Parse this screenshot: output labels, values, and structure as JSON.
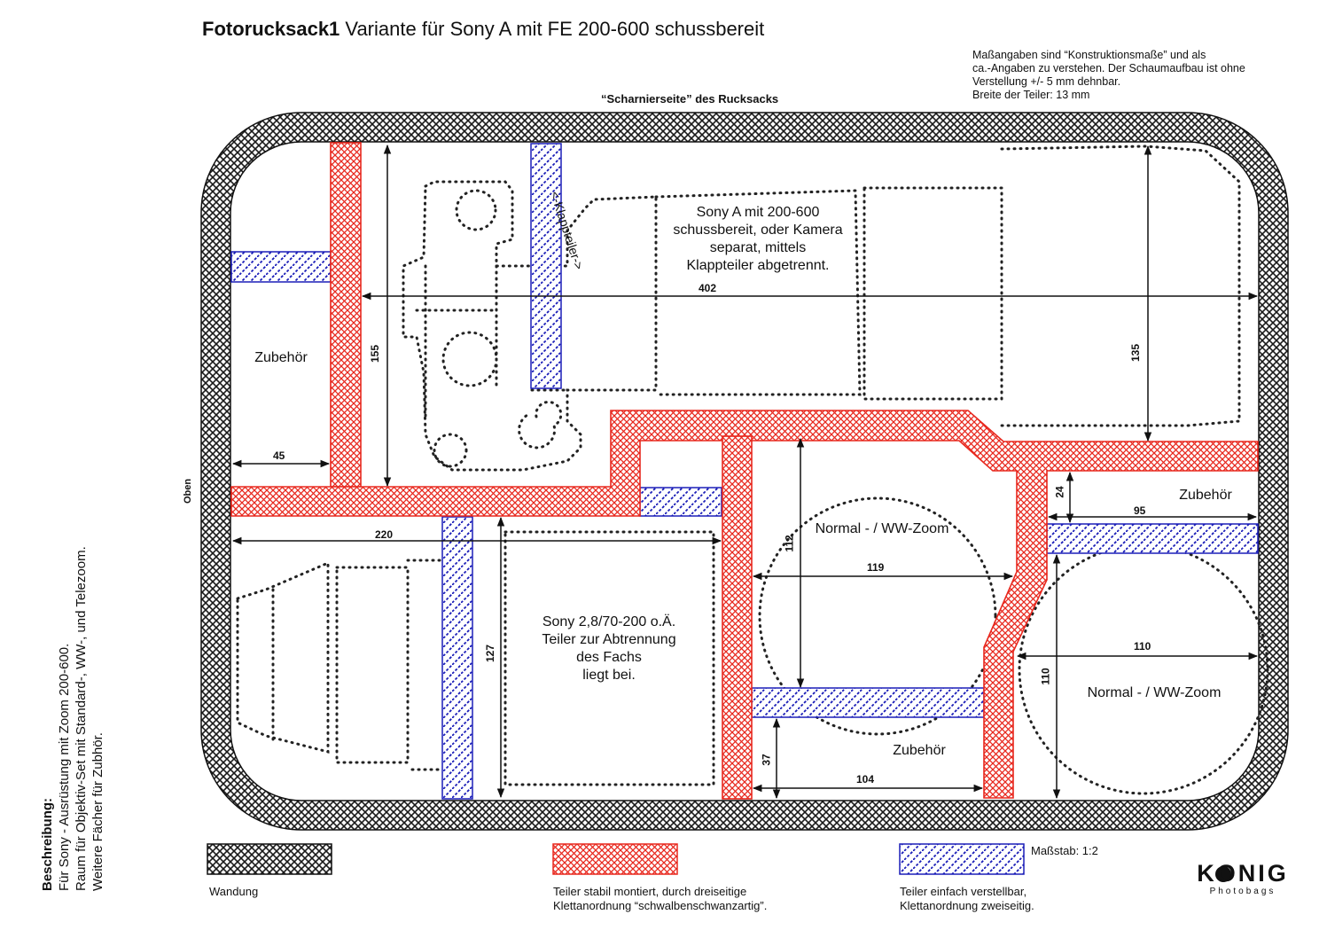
{
  "title": {
    "bold": "Fotorucksack1",
    "rest": " Variante für Sony A mit FE 200-600 schussbereit"
  },
  "note": [
    "Maßangaben sind “Konstruktionsmaße” und als",
    "ca.-Angaben zu verstehen. Der Schaumaufbau ist ohne",
    "Verstellung +/- 5 mm dehnbar.",
    "Breite der Teiler: 13 mm"
  ],
  "hinge_label": "“Scharnierseite” des Rucksacks",
  "side_label": "Oben",
  "description": {
    "heading": "Beschreibung:",
    "lines": [
      "Für Sony - Ausrüstung mit Zoom 200-600.",
      "Raum für Objektiv-Set mit Standard-, WW-, und Telezoom.",
      "Weitere Fächer für Zubhör."
    ]
  },
  "compartments": {
    "zubehoer_left": "Zubehör",
    "camera": [
      "Sony A mit 200-600",
      "schussbereit, oder Kamera",
      "separat, mittels",
      "Klappteiler abgetrennt."
    ],
    "klappteiler": "<-Klappteiler->",
    "lens_70_200": [
      "Sony 2,8/70-200 o.Ä.",
      "Teiler zur Abtrennung",
      "des Fachs",
      "liegt bei."
    ],
    "normal_zoom_1": "Normal - / WW-Zoom",
    "normal_zoom_2": "Normal - / WW-Zoom",
    "zubehoer_bottom": "Zubehör",
    "zubehoer_right": "Zubehör"
  },
  "dimensions": {
    "d402": "402",
    "d155": "155",
    "d135": "135",
    "d45": "45",
    "d220": "220",
    "d127": "127",
    "d112": "112",
    "d119": "119",
    "d24": "24",
    "d95": "95",
    "d110h": "110",
    "d110v": "110",
    "d37": "37",
    "d104": "104"
  },
  "legend": {
    "wall": "Wandung",
    "fixed": [
      "Teiler stabil montiert, durch dreiseitige",
      "Klettanordnung “schwalbenschwanzartig”."
    ],
    "adjustable": [
      "Teiler einfach verstellbar,",
      "Klettanordnung zweiseitig."
    ]
  },
  "scale": "Maßstab: 1:2",
  "logo": {
    "brand": "KONIG",
    "sub": "Photobags"
  },
  "colors": {
    "wall": "#222222",
    "fixed_divider": "#e8281e",
    "adjustable_divider": "#1c1fb8"
  }
}
